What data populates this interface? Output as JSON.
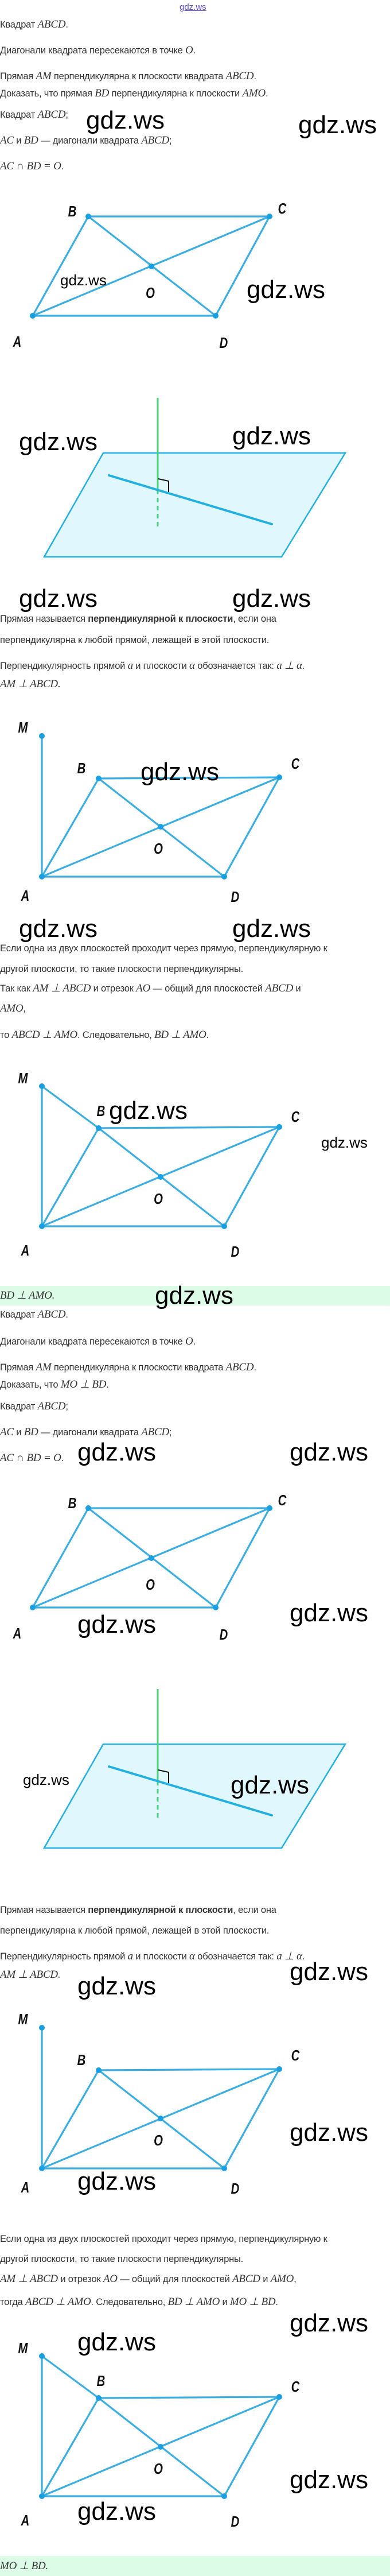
{
  "header_watermark": "gdz.ws",
  "watermark": "gdz.ws",
  "figure_labels": {
    "A": "A",
    "B": "B",
    "C": "C",
    "D": "D",
    "O": "O",
    "M": "M"
  },
  "colors": {
    "line": "#3aaee0",
    "point": "#1a9fe0",
    "plane_fill": "#e0f7fd",
    "plane_edge": "#22b0e0",
    "normal": "#4cd07a",
    "answer_bg": "#dcfce8"
  },
  "lines": [
    [
      {
        "t": "Квадрат "
      },
      {
        "m": "ABCD"
      },
      {
        "t": "."
      }
    ],
    [
      {
        "t": "Диагонали квадрата пересекаются в точке "
      },
      {
        "m": "O"
      },
      {
        "t": "."
      }
    ],
    [
      {
        "t": "Прямая "
      },
      {
        "m": "AM"
      },
      {
        "t": " перпендикулярна к плоскости квадрата "
      },
      {
        "m": "ABCD"
      },
      {
        "t": "."
      }
    ],
    [
      {
        "t": "Доказать, что прямая "
      },
      {
        "m": "BD"
      },
      {
        "t": " перпендикулярна к плоскости "
      },
      {
        "m": "AMO"
      },
      {
        "t": "."
      }
    ],
    [
      {
        "t": "Квадрат "
      },
      {
        "m": "ABCD"
      },
      {
        "t": ";"
      }
    ],
    [
      {
        "m": "AC"
      },
      {
        "t": " и "
      },
      {
        "m": "BD"
      },
      {
        "t": " — диагонали квадрата "
      },
      {
        "m": "ABCD"
      },
      {
        "t": ";"
      }
    ],
    [
      {
        "m": "AC ∩ BD = O"
      },
      {
        "t": "."
      }
    ],
    [
      {
        "t": "Прямая называется "
      },
      {
        "b": "перпендикулярной к плоскости"
      },
      {
        "t": ", если она"
      }
    ],
    [
      {
        "t": "перпендикулярна к любой прямой, лежащей в этой плоскости."
      }
    ],
    [
      {
        "t": "Перпендикулярность прямой "
      },
      {
        "m": "a"
      },
      {
        "t": " и плоскости "
      },
      {
        "m": "α"
      },
      {
        "t": " обозначается так: "
      },
      {
        "m": "a ⊥ α"
      },
      {
        "t": "."
      }
    ],
    [
      {
        "m": "AM ⊥ ABCD."
      }
    ],
    [
      {
        "t": "Если одна из двух плоскостей проходит через прямую, перпендикулярную к"
      }
    ],
    [
      {
        "t": "другой плоскости, то такие плоскости перпендикулярны."
      }
    ],
    [
      {
        "t": "Так как "
      },
      {
        "m": "AM ⊥ ABCD"
      },
      {
        "t": " и отрезок "
      },
      {
        "m": "AO"
      },
      {
        "t": " — общий для плоскостей "
      },
      {
        "m": "ABCD"
      },
      {
        "t": " и"
      }
    ],
    [
      {
        "m": "AMO,"
      }
    ],
    [
      {
        "t": "то "
      },
      {
        "m": "ABCD ⊥ AMO"
      },
      {
        "t": ". Следовательно, "
      },
      {
        "m": "BD ⊥ AMO"
      },
      {
        "t": "."
      }
    ],
    [
      {
        "t": "Квадрат "
      },
      {
        "m": "ABCD"
      },
      {
        "t": "."
      }
    ],
    [
      {
        "t": "Диагонали квадрата пересекаются в точке "
      },
      {
        "m": "O"
      },
      {
        "t": "."
      }
    ],
    [
      {
        "t": "Прямая "
      },
      {
        "m": "AM"
      },
      {
        "t": " перпендикулярна к плоскости квадрата "
      },
      {
        "m": "ABCD"
      },
      {
        "t": "."
      }
    ],
    [
      {
        "t": "Доказать, что "
      },
      {
        "m": "MO ⊥ BD"
      },
      {
        "t": "."
      }
    ],
    [
      {
        "t": "Квадрат "
      },
      {
        "m": "ABCD"
      },
      {
        "t": ";"
      }
    ],
    [
      {
        "m": "AC"
      },
      {
        "t": " и "
      },
      {
        "m": "BD"
      },
      {
        "t": " — диагонали квадрата "
      },
      {
        "m": "ABCD"
      },
      {
        "t": ";"
      }
    ],
    [
      {
        "m": "AC ∩ BD = O"
      },
      {
        "t": "."
      }
    ],
    [
      {
        "t": "Прямая называется "
      },
      {
        "b": "перпендикулярной к плоскости"
      },
      {
        "t": ", если она"
      }
    ],
    [
      {
        "t": "перпендикулярна к любой прямой, лежащей в этой плоскости."
      }
    ],
    [
      {
        "t": "Перпендикулярность прямой "
      },
      {
        "m": "a"
      },
      {
        "t": " и плоскости "
      },
      {
        "m": "α"
      },
      {
        "t": " обозначается так: "
      },
      {
        "m": "a ⊥ α"
      },
      {
        "t": "."
      }
    ],
    [
      {
        "m": "AM ⊥ ABCD."
      }
    ],
    [
      {
        "t": "Если одна из двух плоскостей проходит через прямую, перпендикулярную к"
      }
    ],
    [
      {
        "t": "другой плоскости, то такие плоскости перпендикулярны."
      }
    ],
    [
      {
        "m": "AM ⊥ ABCD"
      },
      {
        "t": " и отрезок "
      },
      {
        "m": "AO"
      },
      {
        "t": " — общий для плоскостей "
      },
      {
        "m": "ABCD"
      },
      {
        "t": " и "
      },
      {
        "m": "AMO"
      },
      {
        "t": ","
      }
    ],
    [
      {
        "t": "тогда "
      },
      {
        "m": "ABCD ⊥ AMO"
      },
      {
        "t": ". Следовательно, "
      },
      {
        "m": "BD ⊥ AMO"
      },
      {
        "t": " и "
      },
      {
        "m": "MO ⊥ BD"
      },
      {
        "t": "."
      }
    ]
  ],
  "answers": [
    [
      {
        "m": "BD ⊥ AMO."
      }
    ],
    [
      {
        "m": "MO ⊥ BD."
      }
    ]
  ]
}
